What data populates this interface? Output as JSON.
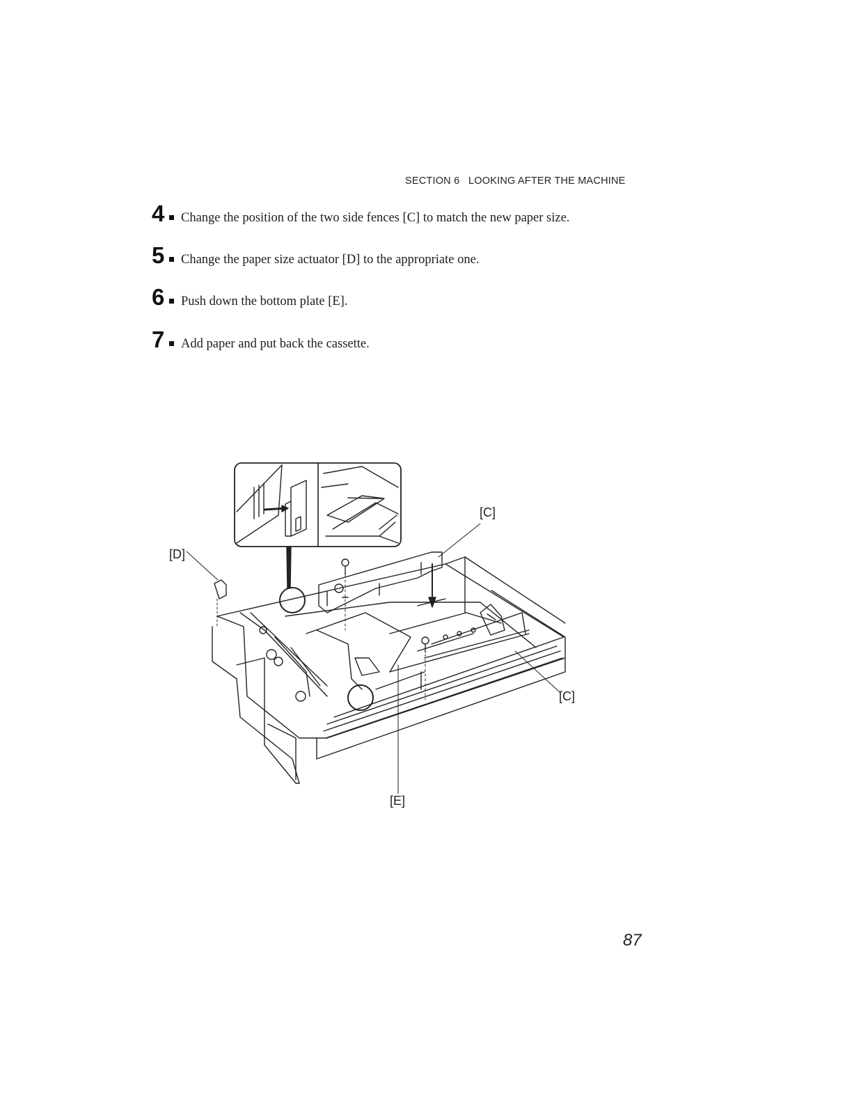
{
  "header": {
    "section": "SECTION 6   LOOKING AFTER THE MACHINE"
  },
  "steps": [
    {
      "number": "4",
      "text": "Change the position of the two side fences [C] to match the new paper size."
    },
    {
      "number": "5",
      "text": "Change the paper size actuator [D] to the appropriate one."
    },
    {
      "number": "6",
      "text": "Push down the bottom plate [E]."
    },
    {
      "number": "7",
      "text": "Add paper and put back the cassette."
    }
  ],
  "figure": {
    "callouts": {
      "c_top": "[C]",
      "d": "[D]",
      "c_right": "[C]",
      "e": "[E]"
    }
  },
  "page_number": "87"
}
